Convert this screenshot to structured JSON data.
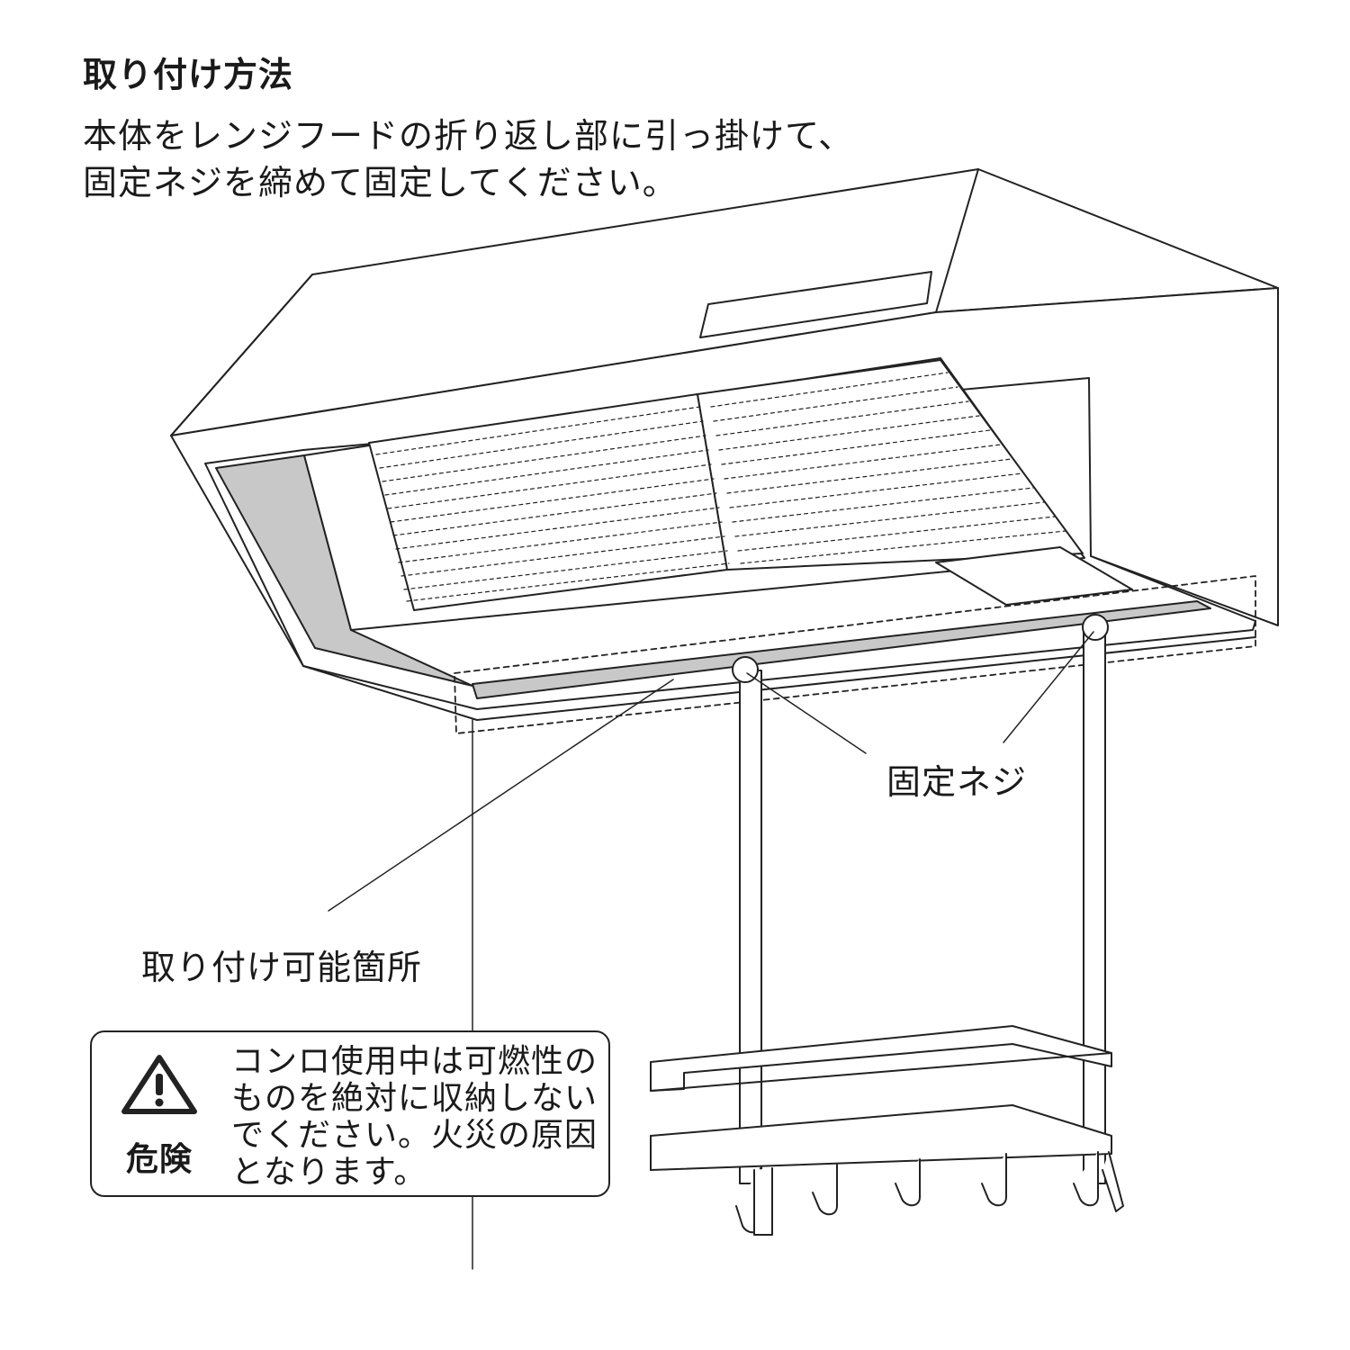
{
  "heading": "取り付け方法",
  "instructions": [
    "本体をレンジフードの折り返し部に引っ掛けて、",
    "固定ネジを締めて固定してください。"
  ],
  "callouts": {
    "fixing_screw": "固定ネジ",
    "mountable_area": "取り付け可能箇所"
  },
  "warning": {
    "icon": "warning-triangle-icon",
    "label": "危険",
    "lines": [
      "コンロ使用中は可燃性の",
      "ものを絶対に収納しない",
      "でください。火災の原因",
      "となります。"
    ]
  },
  "colors": {
    "line": "#222222",
    "shade": "#c8c8c8"
  }
}
